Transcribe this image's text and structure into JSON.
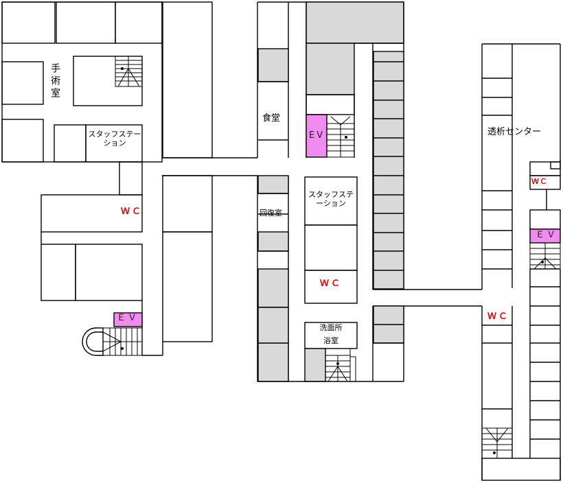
{
  "floor_plan": {
    "rooms": {
      "surgery_room": "手術室",
      "staff_station_left": "スタッフステーション",
      "dining_room": "食堂",
      "recovery_room": "回復室",
      "staff_station_center": "スタッフステーション",
      "washroom": "洗面所",
      "bathroom": "浴室",
      "dialysis_center": "透析センター"
    },
    "restrooms": {
      "wc_left": "ＷＣ",
      "wc_center": "ＷＣ",
      "wc_right_lower": "ＷＣ",
      "wc_right_upper": "ＷＣ"
    },
    "elevators": {
      "ev_center": "EV",
      "ev_left": "ＥＶ",
      "ev_right": "ＥＶ"
    }
  },
  "colors": {
    "wall": "#000000",
    "shaded_room": "#d9d9d9",
    "elevator": "#f08cf0",
    "restroom_text": "#e00000"
  }
}
